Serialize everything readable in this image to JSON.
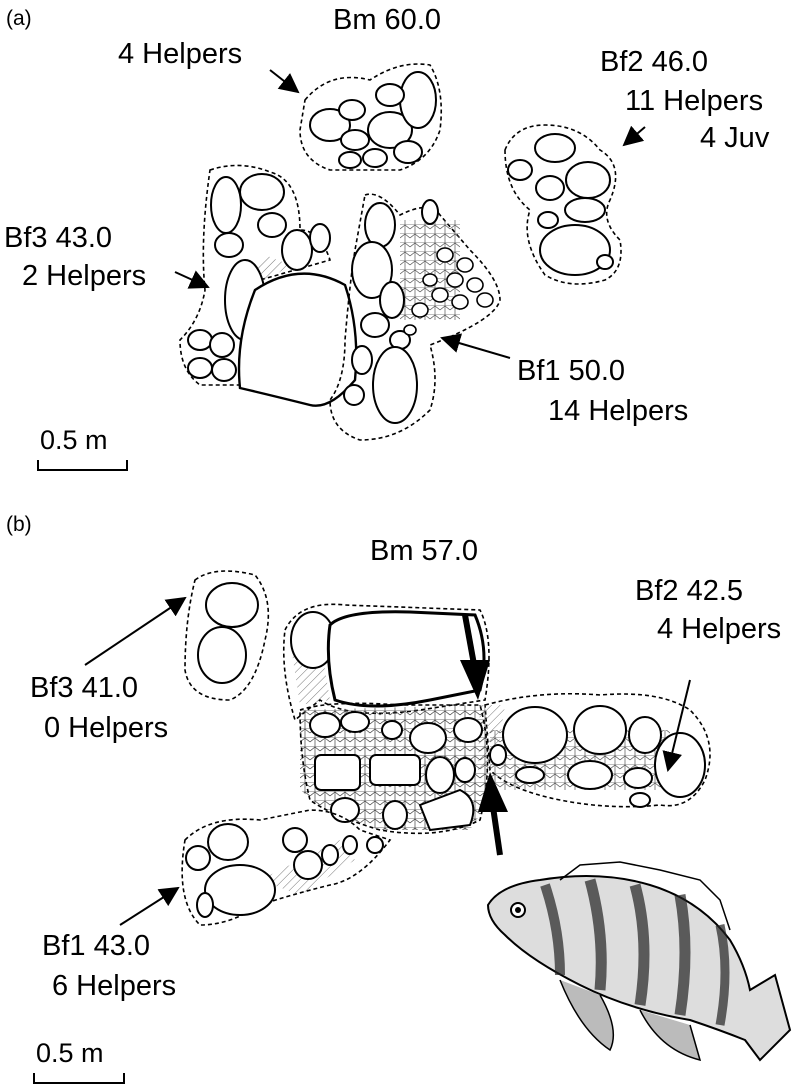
{
  "panel_a": {
    "tag": "(a)",
    "male": {
      "name": "Bm 60.0",
      "helpers": "4 Helpers"
    },
    "bf2": {
      "name": "Bf2 46.0",
      "helpers": "11 Helpers",
      "juv": "4 Juv"
    },
    "bf3": {
      "name": "Bf3 43.0",
      "helpers": "2 Helpers"
    },
    "bf1": {
      "name": "Bf1 50.0",
      "helpers": "14 Helpers"
    },
    "scale": "0.5 m"
  },
  "panel_b": {
    "tag": "(b)",
    "male": {
      "name": "Bm 57.0"
    },
    "bf2": {
      "name": "Bf2 42.5",
      "helpers": "4 Helpers"
    },
    "bf3": {
      "name": "Bf3 41.0",
      "helpers": "0 Helpers"
    },
    "bf1": {
      "name": "Bf1 43.0",
      "helpers": "6 Helpers"
    },
    "scale": "0.5 m"
  },
  "illustration": "cichlid-fish-drawing"
}
